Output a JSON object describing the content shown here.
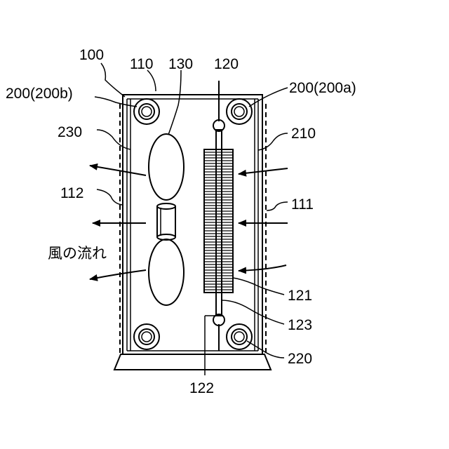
{
  "labels": {
    "l100": "100",
    "l110": "110",
    "l130": "130",
    "l120": "120",
    "l200b": "200(200b)",
    "l200a": "200(200a)",
    "l230": "230",
    "l210": "210",
    "l112": "112",
    "l111": "111",
    "lwind": "風の流れ",
    "l121": "121",
    "l123": "123",
    "l220": "220",
    "l122": "122"
  }
}
